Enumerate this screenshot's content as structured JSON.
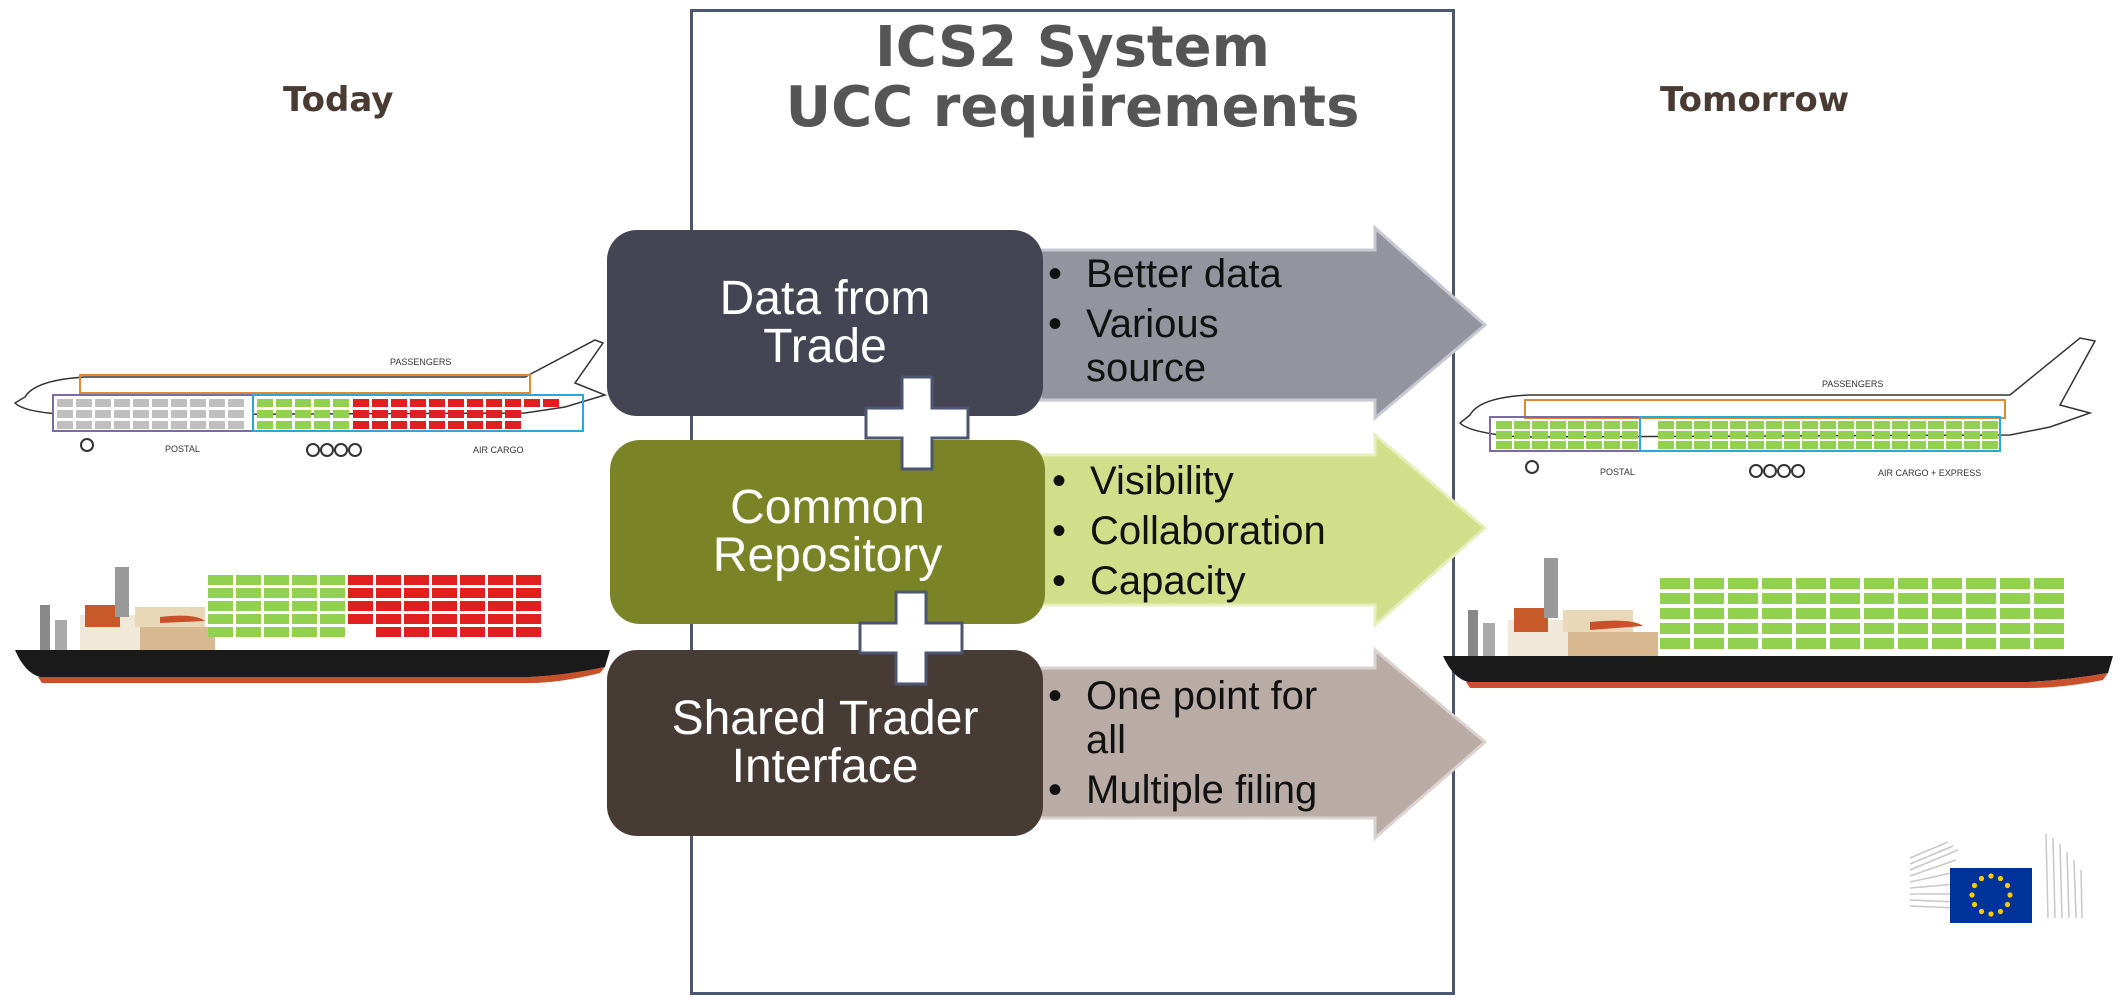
{
  "labels": {
    "today": "Today",
    "tomorrow": "Tomorrow"
  },
  "title": {
    "line1": "ICS2 System",
    "line2": "UCC requirements"
  },
  "pillars": [
    {
      "title_line1": "Data from",
      "title_line2": "Trade",
      "color": "#444452",
      "arrow_color": "#94949f",
      "bullets": [
        "Better data",
        "Various",
        "source"
      ]
    },
    {
      "title_line1": "Common",
      "title_line2": "Repository",
      "color": "#7a8427",
      "arrow_color": "#d2df8a",
      "bullets": [
        "Visibility",
        "Collaboration",
        "Capacity"
      ]
    },
    {
      "title_line1": "Shared Trader",
      "title_line2": "Interface",
      "color": "#473b35",
      "arrow_color": "#b9aca7",
      "bullets": [
        "One point for",
        "all",
        "Multiple filing"
      ]
    }
  ],
  "aircraft_labels": {
    "today": {
      "passengers": "PASSENGERS",
      "postal": "POSTAL",
      "cargo": "AIR CARGO"
    },
    "tomorrow": {
      "passengers": "PASSENGERS",
      "postal": "POSTAL",
      "cargo": "AIR CARGO + EXPRESS"
    }
  },
  "colors": {
    "container_green": "#92d050",
    "container_red": "#e02020",
    "container_grey": "#bfbfbf",
    "eu_blue": "#003399",
    "eu_gold": "#ffcc00"
  }
}
